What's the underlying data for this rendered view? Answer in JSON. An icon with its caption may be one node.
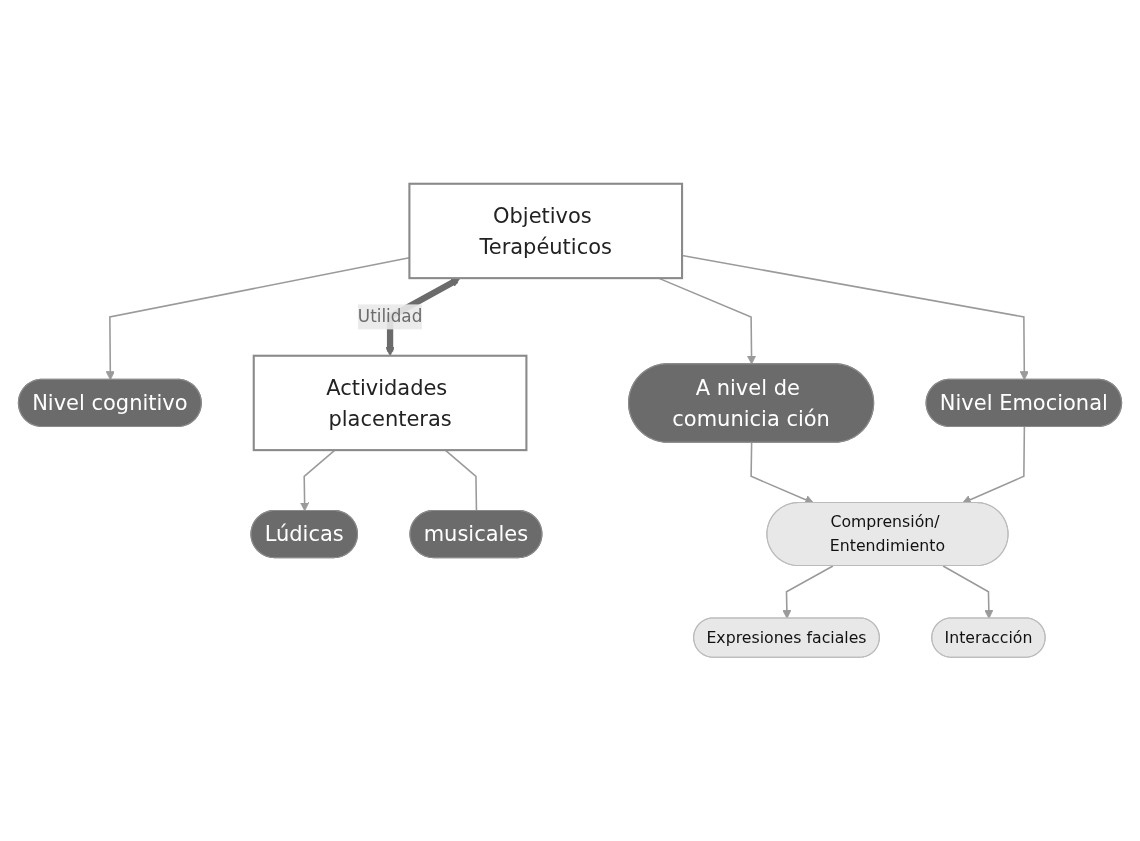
{
  "diagram": {
    "nodes": [
      {
        "text": [
          "Nivel cognitivo"
        ]
      },
      {
        "text": [
          "Objetivos Terapéuticos"
        ]
      },
      {
        "text": [
          "Actividades placenteras"
        ]
      },
      {
        "text": [
          "Lúdicas"
        ]
      },
      {
        "text": [
          "A nivel de comunicia ción"
        ]
      },
      {
        "text": [
          "Nivel Emocional"
        ]
      },
      {
        "text": [
          "musicales"
        ]
      },
      {
        "text": [
          "Comprensión/ Entendimiento"
        ]
      },
      {
        "text": [
          "Expresiones faciales"
        ]
      },
      {
        "text": [
          "Interacción"
        ]
      }
    ],
    "edges": [
      {
        "from": 1,
        "to": 0,
        "arrow": "to"
      },
      {
        "from": 1,
        "to": 2,
        "arrow": "both",
        "label": "Utilidad",
        "style": "thick",
        "color": "#6b6b6b"
      },
      {
        "from": 2,
        "to": 3,
        "arrow": "to"
      },
      {
        "from": 2,
        "to": 6,
        "arrow": "none"
      },
      {
        "from": 1,
        "to": 4,
        "arrow": "to"
      },
      {
        "from": 1,
        "to": 5,
        "arrow": "to"
      },
      {
        "from": 4,
        "to": 7,
        "arrow": "to"
      },
      {
        "from": 5,
        "to": 7,
        "arrow": "to"
      },
      {
        "from": 7,
        "to": 8,
        "arrow": "to"
      },
      {
        "from": 7,
        "to": 9,
        "arrow": "to"
      }
    ]
  }
}
